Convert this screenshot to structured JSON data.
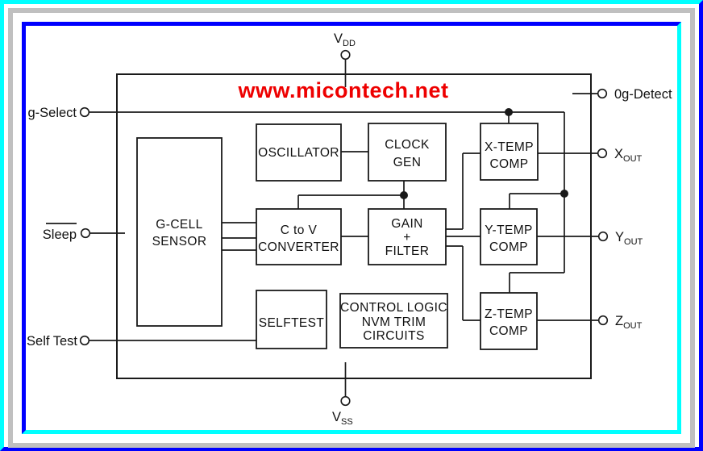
{
  "watermark": {
    "text": "www.micontech.net",
    "color": "#ee0000"
  },
  "frame_colors": {
    "cyan": "#00ffff",
    "blue": "#0000ff",
    "gray": "#c0c0c0"
  },
  "wire_color": "#1a1a1a",
  "pins": {
    "vdd": {
      "main": "V",
      "sub": "DD"
    },
    "vss": {
      "main": "V",
      "sub": "SS"
    },
    "g_select": {
      "label": "g-Select"
    },
    "sleep": {
      "label": "Sleep"
    },
    "self_test": {
      "label": "Self Test"
    },
    "zerog": {
      "label": "0g-Detect"
    },
    "xout": {
      "main": "X",
      "sub": "OUT"
    },
    "yout": {
      "main": "Y",
      "sub": "OUT"
    },
    "zout": {
      "main": "Z",
      "sub": "OUT"
    }
  },
  "blocks": {
    "gcell": {
      "lines": [
        "G-CELL",
        "SENSOR"
      ]
    },
    "oscillator": {
      "lines": [
        "OSCILLATOR"
      ]
    },
    "clockgen": {
      "lines": [
        "CLOCK",
        "GEN"
      ]
    },
    "ctov": {
      "lines": [
        "C to V",
        "CONVERTER"
      ]
    },
    "gainfilter": {
      "lines": [
        "GAIN",
        "+",
        "FILTER"
      ]
    },
    "selftest": {
      "lines": [
        "SELFTEST"
      ]
    },
    "control": {
      "lines": [
        "CONTROL LOGIC",
        "NVM TRIM",
        "CIRCUITS"
      ]
    },
    "xtemp": {
      "lines": [
        "X-TEMP",
        "COMP"
      ]
    },
    "ytemp": {
      "lines": [
        "Y-TEMP",
        "COMP"
      ]
    },
    "ztemp": {
      "lines": [
        "Z-TEMP",
        "COMP"
      ]
    }
  }
}
